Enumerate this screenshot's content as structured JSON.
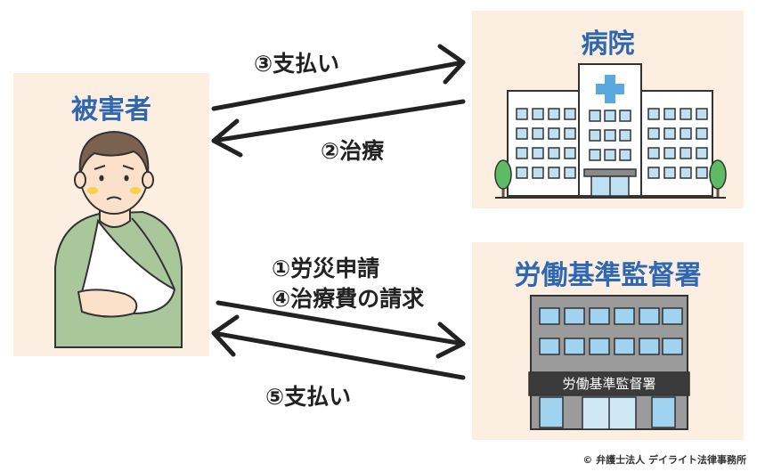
{
  "victim": {
    "title": "被害者"
  },
  "hospital": {
    "title": "病院"
  },
  "bureau": {
    "title": "労働基準監督署",
    "sign": "労働基準監督署"
  },
  "arrows": {
    "pay_hospital": "③支払い",
    "treatment": "②治療",
    "apply": "①労災申請",
    "claim": "④治療費の請求",
    "pay_victim": "⑤支払い"
  },
  "credit": "© 弁護士法人 デイライト法律事務所",
  "colors": {
    "panel": "#fcefe2",
    "title": "#2f68b0",
    "arrow": "#222222"
  }
}
